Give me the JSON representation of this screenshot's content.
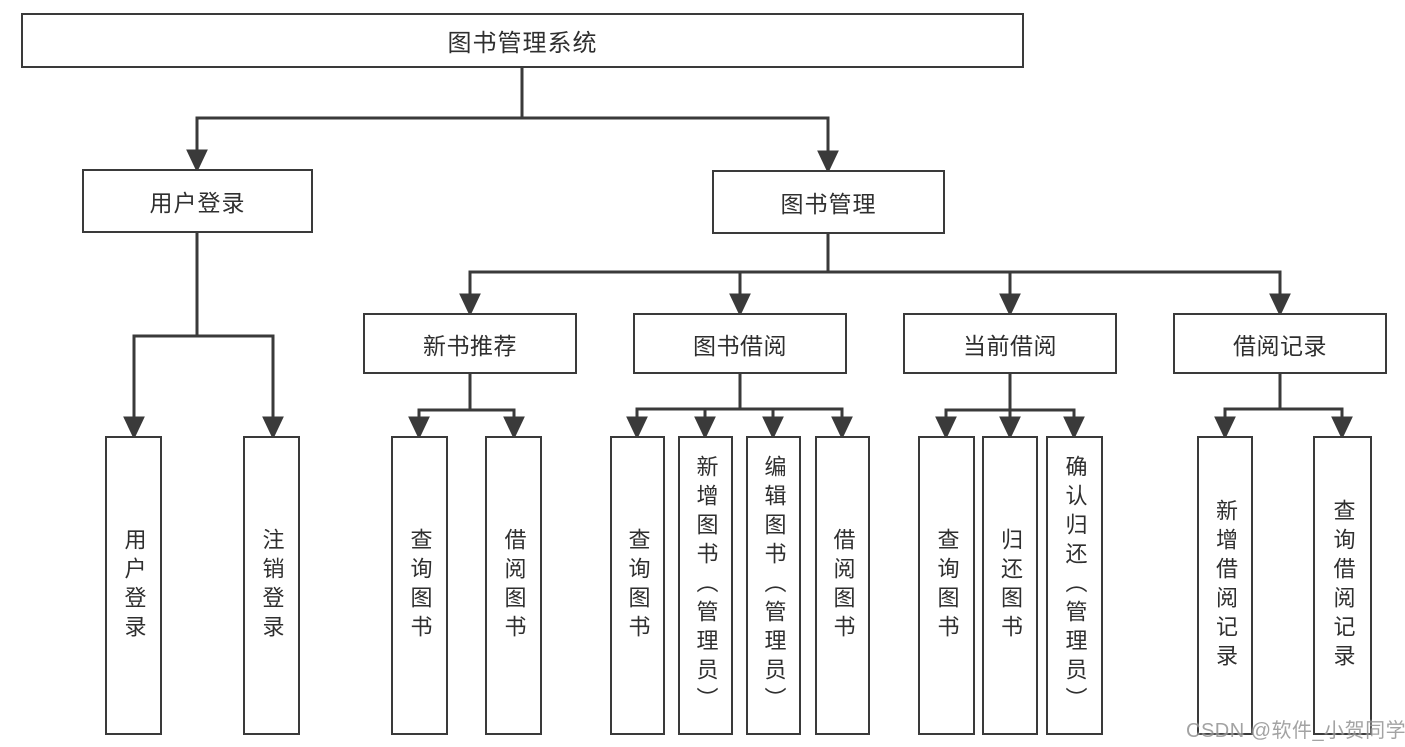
{
  "diagram": {
    "root": "图书管理系统",
    "login": {
      "label": "用户登录",
      "children": [
        "用户登录",
        "注销登录"
      ]
    },
    "mgmt": {
      "label": "图书管理",
      "groups": [
        {
          "label": "新书推荐",
          "children": [
            "查询图书",
            "借阅图书"
          ]
        },
        {
          "label": "图书借阅",
          "children": [
            "查询图书",
            "新增图书（管理员）",
            "编辑图书（管理员）",
            "借阅图书"
          ]
        },
        {
          "label": "当前借阅",
          "children": [
            "查询图书",
            "归还图书",
            "确认归还（管理员）"
          ]
        },
        {
          "label": "借阅记录",
          "children": [
            "新增借阅记录",
            "查询借阅记录"
          ]
        }
      ]
    }
  },
  "watermark": {
    "text": "CSDN @软件_小贺同学"
  },
  "colors": {
    "line": "#3a3a3a",
    "text": "#2f2f2f",
    "background": "#ffffff",
    "watermark": "#949494"
  }
}
